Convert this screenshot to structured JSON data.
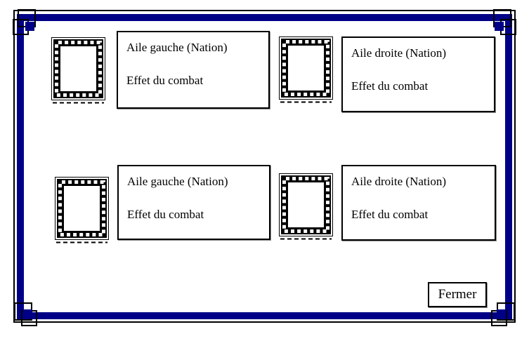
{
  "dialog": {
    "border": {
      "accent_color": "#000087",
      "line_color": "#000000"
    },
    "panels": [
      {
        "position": "top-left",
        "title": "Aile gauche (Nation)",
        "subtitle": "Effet du combat",
        "icon": "picture-frame-icon"
      },
      {
        "position": "top-right",
        "title": "Aile droite (Nation)",
        "subtitle": "Effet du combat",
        "icon": "picture-frame-icon"
      },
      {
        "position": "bottom-left",
        "title": "Aile gauche (Nation)",
        "subtitle": "Effet du combat",
        "icon": "picture-frame-icon"
      },
      {
        "position": "bottom-right",
        "title": "Aile droite (Nation)",
        "subtitle": "Effet du combat",
        "icon": "picture-frame-icon"
      }
    ],
    "close_button": {
      "label": "Fermer"
    }
  }
}
